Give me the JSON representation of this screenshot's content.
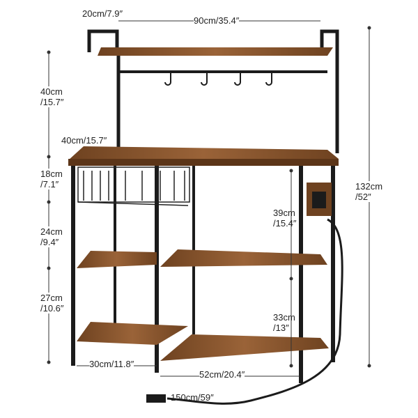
{
  "colors": {
    "wood": "#7a4a26",
    "wood_light": "#9a6338",
    "frame": "#1b1b1b",
    "dimension_line": "#333333"
  },
  "dimensions": {
    "top_shelf_depth": "20cm/7.9″",
    "overall_width": "90cm/35.4″",
    "hutch_height": {
      "cm": "40cm",
      "in": "/15.7″"
    },
    "desk_depth": "40cm/15.7″",
    "basket_height": {
      "cm": "18cm",
      "in": "/7.1″"
    },
    "mid_gap": {
      "cm": "24cm",
      "in": "/9.4″"
    },
    "bottom_gap": {
      "cm": "27cm",
      "in": "/10.6″"
    },
    "overall_height": {
      "cm": "132cm",
      "in": "/52″"
    },
    "right_upper_height": {
      "cm": "39cm",
      "in": "/15.4″"
    },
    "right_lower_height": {
      "cm": "33cm",
      "in": "/13″"
    },
    "left_shelf_width": "30cm/11.8″",
    "right_shelf_width": "52cm/20.4″",
    "cord_length": "150cm/59″"
  }
}
